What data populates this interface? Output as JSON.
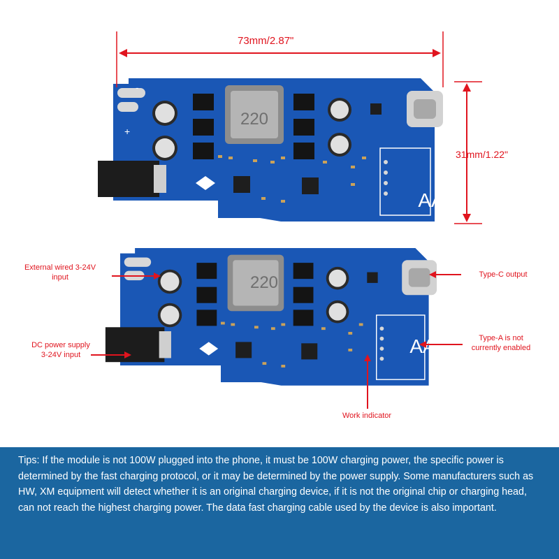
{
  "dimensions": {
    "length": "73mm/2.87\"",
    "width": "31mm/1.22\""
  },
  "board": {
    "inductor_marking": "220",
    "usb_a_marking": "AA",
    "plus_symbol": "+",
    "minus_symbol": "-"
  },
  "callouts": {
    "external_wired_line1": "External wired 3-24V",
    "external_wired_line2": "input",
    "dc_power_line1": "DC power supply",
    "dc_power_line2": "3-24V input",
    "type_c": "Type-C output",
    "type_a_line1": "Type-A is not",
    "type_a_line2": "currently enabled",
    "work_indicator": "Work indicator"
  },
  "tips": "Tips: If the module is not 100W plugged into the phone, it must be 100W charging power, the specific power is determined by the fast charging protocol, or it may be determined by the power supply. Some manufacturers such as HW, XM equipment will detect whether it is an original charging device, if it is not the original chip or charging head, can not reach the highest charging power. The data fast charging cable used by the device is also important.",
  "colors": {
    "pcb_blue": "#1a57b5",
    "annotation_red": "#e0141e",
    "tips_background": "#1b66a0"
  }
}
